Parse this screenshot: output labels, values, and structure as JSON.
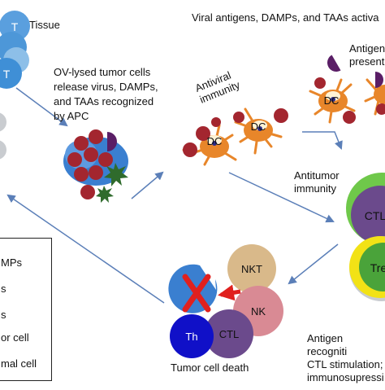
{
  "labels": {
    "tissue": "Tissue",
    "viral_header": "Viral antigens, DAMPs, and TAAs activa",
    "ov_lysed": "OV-lysed tumor cells\nrelease virus, DAMPs,\nand TAAs recognized\nby APC",
    "antiviral": "Antiviral\nimmunity",
    "antigen_present": "Antigen\npresent",
    "antitumor": "Antitumor\nimmunity",
    "antigen_recog": "Antigen recogniti\nCTL stimulation;\nimmunosupressi",
    "tumor_death": "Tumor cell death"
  },
  "cells": {
    "t": "T",
    "dc": "DC",
    "ctl": "CTL",
    "treg": "Tre",
    "nkt": "NKT",
    "nk": "NK",
    "th": "Th"
  },
  "legend": [
    "MPs",
    "s",
    "s",
    "or cell",
    "mal cell"
  ],
  "colors": {
    "t_cell": "#3f8fd6",
    "dc_body": "#e8862a",
    "tumor_blue": "#3a7fd0",
    "virus_red": "#a3262f",
    "damp_green": "#2f6b2c",
    "taa_purple": "#5a1e66",
    "ctl_purple": "#6b4a8c",
    "treg_green": "#4aa33a",
    "nkt_tan": "#d9b98a",
    "nk_pink": "#d98a94",
    "th_blue": "#1010c8",
    "arrow": "#5b7fb8",
    "x_red": "#e0201e"
  }
}
